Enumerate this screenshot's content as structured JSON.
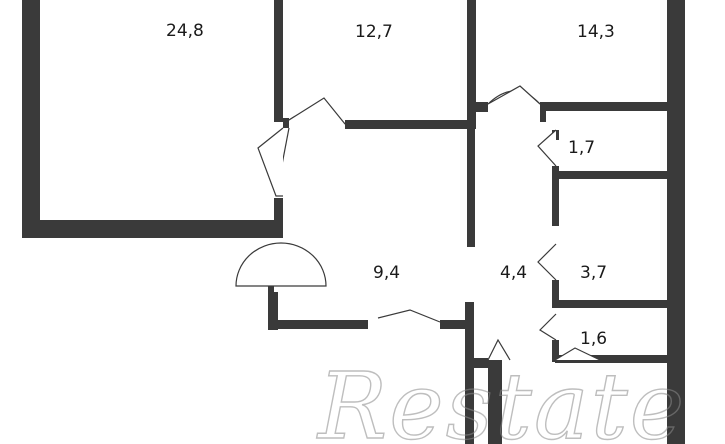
{
  "plan": {
    "rooms": [
      {
        "id": "room-a",
        "area": "24,8"
      },
      {
        "id": "room-b",
        "area": "12,7"
      },
      {
        "id": "room-c",
        "area": "14,3"
      },
      {
        "id": "room-d",
        "area": "1,7"
      },
      {
        "id": "room-e",
        "area": "9,4"
      },
      {
        "id": "room-f",
        "area": "4,4"
      },
      {
        "id": "room-g",
        "area": "3,7"
      },
      {
        "id": "room-h",
        "area": "1,6"
      }
    ],
    "watermark": "Restate"
  },
  "colors": {
    "wall": "#3a3a3a",
    "background": "#ffffff",
    "watermark": "#8a8a8a"
  }
}
